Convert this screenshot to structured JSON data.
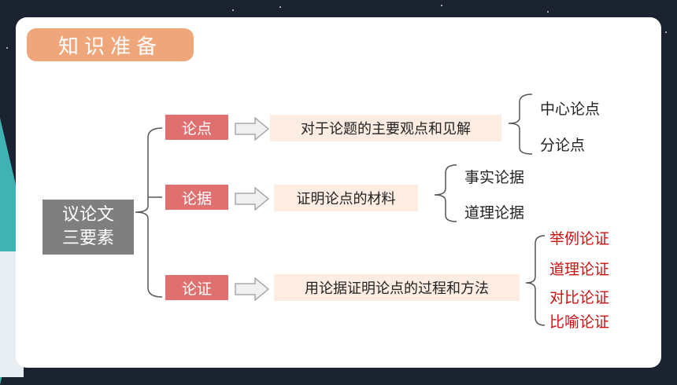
{
  "title": "知识准备",
  "root": {
    "line1": "议论文",
    "line2": "三要素"
  },
  "branches": [
    {
      "label": "论点",
      "desc": "对于论题的主要观点和见解",
      "leaves": [
        "中心论点",
        "分论点"
      ]
    },
    {
      "label": "论据",
      "desc": "证明论点的材料",
      "leaves": [
        "事实论据",
        "道理论据"
      ]
    },
    {
      "label": "论证",
      "desc": "用论据证明论点的过程和方法",
      "leaves": [
        "举例论证",
        "道理论证",
        "对比论证",
        "比喻论证"
      ]
    }
  ],
  "colors": {
    "title_bg": "#efa67a",
    "label_bg": "#e07070",
    "desc_bg": "#fcece2",
    "root_bg": "#7f7f7f",
    "method_text": "#cc1111"
  }
}
